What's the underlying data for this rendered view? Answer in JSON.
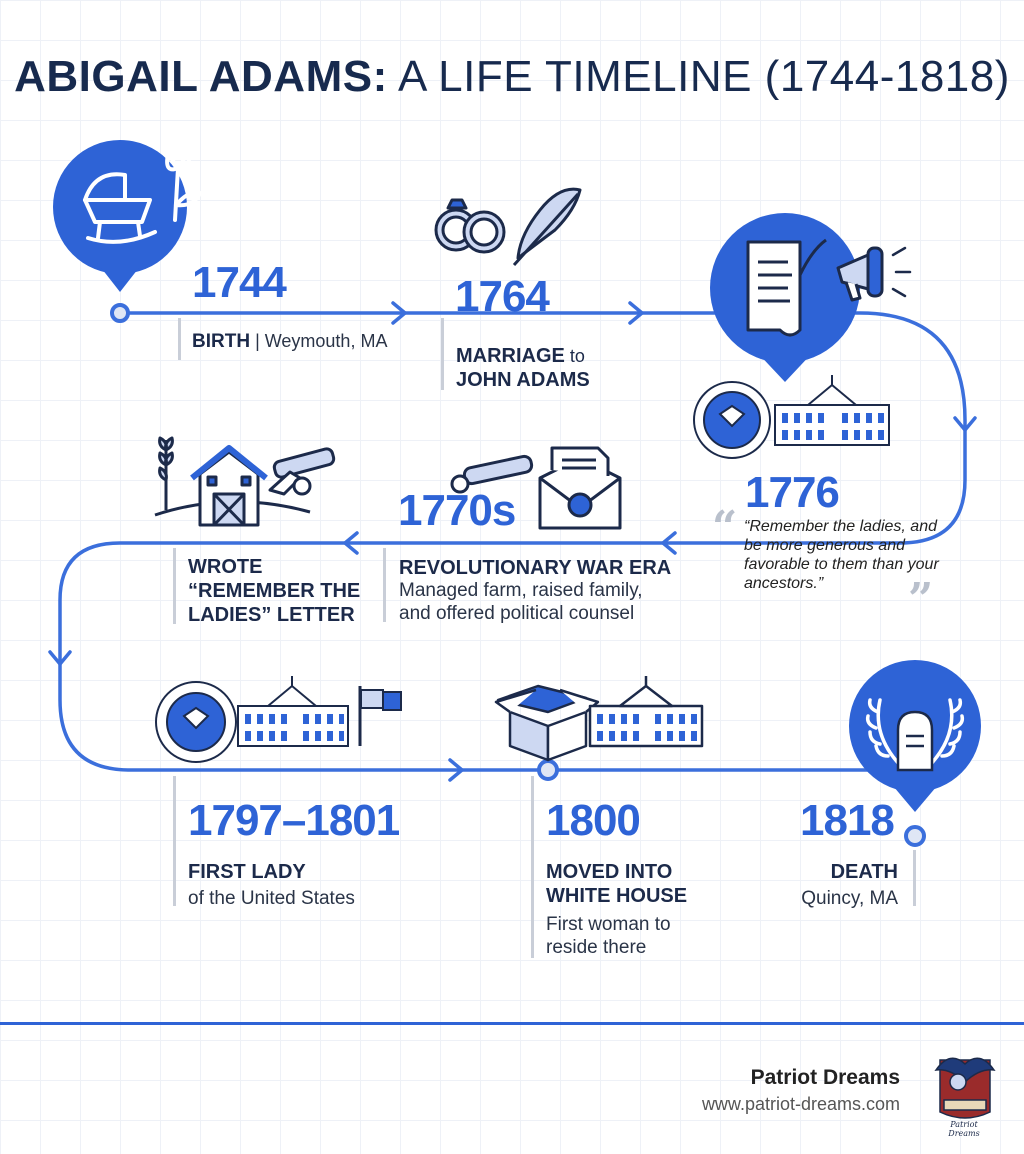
{
  "title": {
    "strong": "ABIGAIL ADAMS:",
    "rest": " A LIFE TIMELINE (1744-1818)"
  },
  "events": [
    {
      "year": "1744",
      "label": "BIRTH",
      "detail": " | Weymouth, MA",
      "icon": "cradle-icon"
    },
    {
      "year": "1764",
      "label_bold": "MARRIAGE",
      "label_small": " to",
      "label2": "JOHN ADAMS",
      "icon": "rings-quill-icon"
    },
    {
      "year": "1776",
      "quote": "“Remember the ladies, and be more generous and favorable to them than your ancestors.”",
      "icon": "scroll-megaphone-icon"
    },
    {
      "year": "1770s",
      "label": "REVOLUTIONARY WAR ERA",
      "detail": "Managed farm, raised family, and offered political counsel",
      "icon": "cannon-letter-icon"
    },
    {
      "label": "WROTE “REMEMBER THE LADIES” LETTER",
      "icon": "barn-cannon-icon"
    },
    {
      "year": "1797–1801",
      "label": "FIRST LADY",
      "detail": "of the United States",
      "icon": "seal-whitehouse-flag-icon"
    },
    {
      "year": "1800",
      "label": "MOVED INTO WHITE HOUSE",
      "detail": "First woman to reside there",
      "icon": "box-whitehouse-icon"
    },
    {
      "year": "1818",
      "label": "DEATH",
      "detail": "Quincy, MA",
      "icon": "laurel-gravestone-icon"
    }
  ],
  "quote_marks": {
    "open": "“",
    "close": "”"
  },
  "footer": {
    "brand": "Patriot Dreams",
    "url": "www.patriot-dreams.com",
    "logo_text": "Patriot Dreams"
  },
  "colors": {
    "accent": "#2e63d6",
    "navy": "#172a4e",
    "line": "#3b6fdc"
  }
}
